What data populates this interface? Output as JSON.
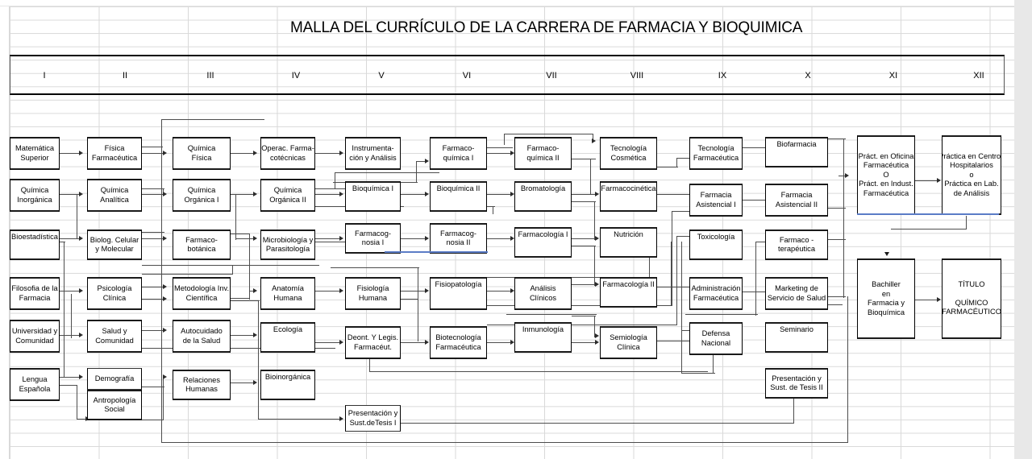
{
  "title": "MALLA DEL CURRÍCULO DE LA CARRERA DE FARMACIA Y BIOQUIMICA",
  "accent_color": "#5b7cc6",
  "semesters": [
    {
      "label": "I"
    },
    {
      "label": "II"
    },
    {
      "label": "III"
    },
    {
      "label": "IV"
    },
    {
      "label": "V"
    },
    {
      "label": "VI"
    },
    {
      "label": "VII"
    },
    {
      "label": "VIII"
    },
    {
      "label": "IX"
    },
    {
      "label": "X"
    },
    {
      "label": "XI"
    },
    {
      "label": "XII"
    }
  ],
  "courses": [
    {
      "id": "c1",
      "semester": "I",
      "lines": [
        "Matemática",
        "Superior"
      ]
    },
    {
      "id": "c2",
      "semester": "I",
      "lines": [
        "Química",
        "Inorgánica"
      ]
    },
    {
      "id": "c3",
      "semester": "I",
      "lines": [
        "Bioestadística"
      ]
    },
    {
      "id": "c4",
      "semester": "I",
      "lines": [
        "Filosofia de la",
        "Farmacia"
      ]
    },
    {
      "id": "c5",
      "semester": "I",
      "lines": [
        "Universidad y",
        "Comunidad"
      ]
    },
    {
      "id": "c6",
      "semester": "I",
      "lines": [
        "Lengua",
        "Española"
      ]
    },
    {
      "id": "c7",
      "semester": "II",
      "lines": [
        "Física",
        "Farmacéutica"
      ]
    },
    {
      "id": "c8",
      "semester": "II",
      "lines": [
        "Química",
        "Analítica"
      ]
    },
    {
      "id": "c9",
      "semester": "II",
      "lines": [
        "Biolog. Celular",
        "y Molecular"
      ]
    },
    {
      "id": "c10",
      "semester": "II",
      "lines": [
        "Psicología",
        "Clínica"
      ]
    },
    {
      "id": "c11",
      "semester": "II",
      "lines": [
        "Salud  y",
        "Comunidad"
      ]
    },
    {
      "id": "c12",
      "semester": "II",
      "lines": [
        "Demografía"
      ]
    },
    {
      "id": "c13",
      "semester": "II",
      "lines": [
        "Antropología",
        "Social"
      ]
    },
    {
      "id": "c14",
      "semester": "III",
      "lines": [
        "Química",
        "Física"
      ]
    },
    {
      "id": "c15",
      "semester": "III",
      "lines": [
        "Química",
        "Orgánica  I"
      ]
    },
    {
      "id": "c16",
      "semester": "III",
      "lines": [
        "Farmaco-",
        "botánica"
      ]
    },
    {
      "id": "c17",
      "semester": "III",
      "lines": [
        "Metodología  Inv.",
        "Científica"
      ]
    },
    {
      "id": "c18",
      "semester": "III",
      "lines": [
        "Autocuidado",
        "de la Salud"
      ]
    },
    {
      "id": "c19",
      "semester": "III",
      "lines": [
        "Relaciones",
        "Humanas"
      ]
    },
    {
      "id": "c20",
      "semester": "IV",
      "lines": [
        "Operac. Farma-",
        "cotécnicas"
      ]
    },
    {
      "id": "c21",
      "semester": "IV",
      "lines": [
        "Química",
        "Orgánica II"
      ]
    },
    {
      "id": "c22",
      "semester": "IV",
      "lines": [
        "Microbiología  y",
        "Parasitología"
      ]
    },
    {
      "id": "c23",
      "semester": "IV",
      "lines": [
        "Anatomía",
        "Humana"
      ]
    },
    {
      "id": "c24",
      "semester": "IV",
      "lines": [
        "Ecología"
      ]
    },
    {
      "id": "c25",
      "semester": "IV",
      "lines": [
        "Bioinorgánica"
      ]
    },
    {
      "id": "c26",
      "semester": "V",
      "lines": [
        "Instrumenta-",
        "ción y Análisis"
      ]
    },
    {
      "id": "c27",
      "semester": "V",
      "lines": [
        "Bioquímica  I"
      ]
    },
    {
      "id": "c28",
      "semester": "V",
      "lines": [
        "Farmacog-",
        "nosia  I"
      ]
    },
    {
      "id": "c29",
      "semester": "V",
      "lines": [
        "Fisiología",
        "Humana"
      ]
    },
    {
      "id": "c30",
      "semester": "V",
      "lines": [
        "Deont.  Y Legis.",
        "Farmacéut."
      ]
    },
    {
      "id": "c31",
      "semester": "V",
      "lines": [
        "Presentación  y",
        "Sust.deTesis I"
      ]
    },
    {
      "id": "c32",
      "semester": "VI",
      "lines": [
        "Farmaco-",
        "química I"
      ]
    },
    {
      "id": "c33",
      "semester": "VI",
      "lines": [
        "Bioquímica  II"
      ]
    },
    {
      "id": "c34",
      "semester": "VI",
      "lines": [
        "Farmacog-",
        "nosia  II"
      ]
    },
    {
      "id": "c35",
      "semester": "VI",
      "lines": [
        "Fisiopatología"
      ]
    },
    {
      "id": "c36",
      "semester": "VI",
      "lines": [
        "Biotecnología",
        "Farmacéutica"
      ]
    },
    {
      "id": "c37",
      "semester": "VII",
      "lines": [
        "Farmaco-",
        "química  II"
      ]
    },
    {
      "id": "c38",
      "semester": "VII",
      "lines": [
        "Bromatología"
      ]
    },
    {
      "id": "c39",
      "semester": "VII",
      "lines": [
        "Farmacología I"
      ]
    },
    {
      "id": "c40",
      "semester": "VII",
      "lines": [
        "Análisis",
        "Clínicos"
      ]
    },
    {
      "id": "c41",
      "semester": "VII",
      "lines": [
        "Inmunología"
      ]
    },
    {
      "id": "c42",
      "semester": "VIII",
      "lines": [
        "Tecnología",
        "Cosmética"
      ]
    },
    {
      "id": "c43",
      "semester": "VIII",
      "lines": [
        "Farmacocinética"
      ]
    },
    {
      "id": "c44",
      "semester": "VIII",
      "lines": [
        "Nutrición"
      ]
    },
    {
      "id": "c45",
      "semester": "VIII",
      "lines": [
        "Farmacología II"
      ]
    },
    {
      "id": "c46",
      "semester": "VIII",
      "lines": [
        "Semiología",
        "Clínica"
      ]
    },
    {
      "id": "c47",
      "semester": "IX",
      "lines": [
        "Tecnología",
        "Farmacéutica"
      ]
    },
    {
      "id": "c48",
      "semester": "IX",
      "lines": [
        "Farmacia",
        "Asistencial I"
      ]
    },
    {
      "id": "c49",
      "semester": "IX",
      "lines": [
        "Toxicología"
      ]
    },
    {
      "id": "c50",
      "semester": "IX",
      "lines": [
        "Administración",
        "Farmacéutica"
      ]
    },
    {
      "id": "c51",
      "semester": "IX",
      "lines": [
        "Defensa",
        "Nacional"
      ]
    },
    {
      "id": "c52",
      "semester": "X",
      "lines": [
        "Biofarmacia"
      ]
    },
    {
      "id": "c53",
      "semester": "X",
      "lines": [
        "Farmacia",
        "Asistencial  II"
      ]
    },
    {
      "id": "c54",
      "semester": "X",
      "lines": [
        "Farmaco -",
        "terapéutica"
      ]
    },
    {
      "id": "c55",
      "semester": "X",
      "lines": [
        "Marketing de",
        "Servicio de Salud"
      ]
    },
    {
      "id": "c56",
      "semester": "X",
      "lines": [
        "Seminario"
      ]
    },
    {
      "id": "c57",
      "semester": "X",
      "lines": [
        "Presentación  y",
        "Sust. de Tesis II"
      ]
    },
    {
      "id": "c58",
      "semester": "XI",
      "lines": [
        "Práct. en Oficina",
        "Farmacéutica",
        "O",
        "Práct. en Indust.",
        "Farmacéutica"
      ]
    },
    {
      "id": "c59",
      "semester": "XI",
      "lines": [
        "Bachiller",
        "en",
        "Farmacia  y",
        "Bioquímica"
      ]
    },
    {
      "id": "c60",
      "semester": "XII",
      "lines": [
        "Práctica en Centros",
        "Hospitalarios",
        "o",
        "Práctica en Lab.",
        "de  Análisis"
      ]
    },
    {
      "id": "c61",
      "semester": "XII",
      "lines": [
        "TÍTULO",
        "",
        "QUÍMICO",
        "FARMACÉUTICO"
      ]
    }
  ]
}
